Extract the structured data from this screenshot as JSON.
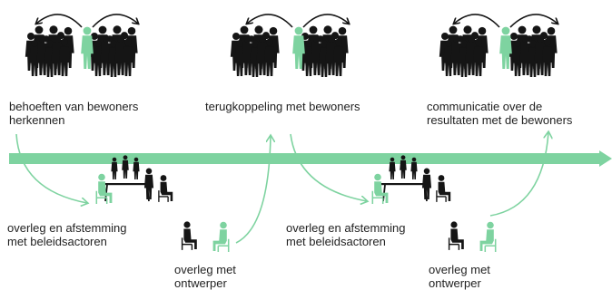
{
  "colors": {
    "accent": "#7ed3a0",
    "figure": "#151515",
    "text": "#222222"
  },
  "labels": {
    "crowd1": "behoeften van bewoners\nherkennen",
    "crowd2": "terugkoppeling met bewoners",
    "crowd3": "communicatie over de\nresultaten met de bewoners",
    "meeting1": "overleg en afstemming\nmet beleidsactoren",
    "meeting2": "overleg en afstemming\nmet beleidsactoren",
    "designer1": "overleg met\nontwerper",
    "designer2": "overleg met\nontwerper"
  }
}
